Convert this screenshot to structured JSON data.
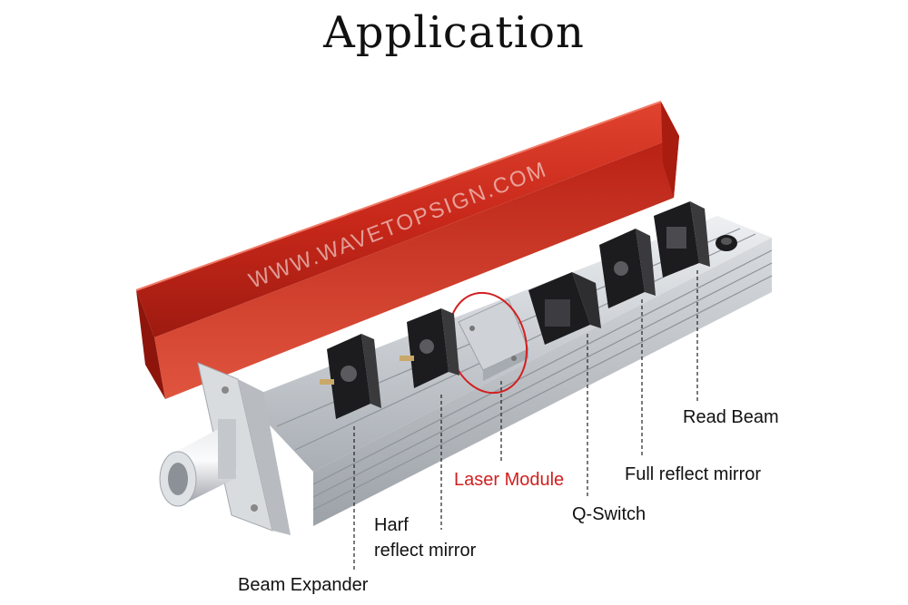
{
  "title": "Application",
  "watermark": "WWW.WAVETOPSIGN.COM",
  "labels": {
    "read_beam": "Read Beam",
    "full_reflect_mirror": "Full reflect mirror",
    "laser_module": "Laser Module",
    "q_switch": "Q-Switch",
    "harf_line1": "Harf",
    "harf_line2": "reflect mirror",
    "beam_expander": "Beam Expander"
  },
  "colors": {
    "cover_red": "#c8281a",
    "highlight_red": "#d21f1f",
    "aluminum": "#d5d8dc",
    "mount_black": "#1c1c1e"
  }
}
